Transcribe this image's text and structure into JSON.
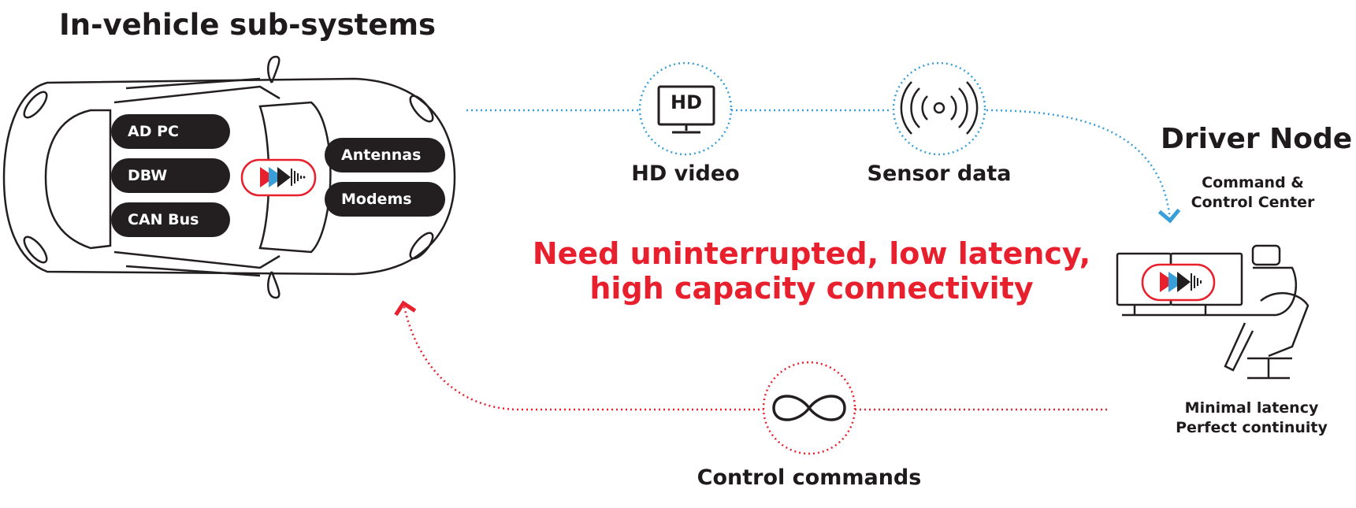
{
  "vehicle": {
    "title": "In-vehicle sub-systems",
    "left_modules": [
      "AD PC",
      "DBW",
      "CAN Bus"
    ],
    "right_modules": [
      "Antennas",
      "Modems"
    ]
  },
  "uplink": {
    "items": [
      {
        "label": "HD video",
        "icon_name": "hd-monitor-icon",
        "icon_text": "HD"
      },
      {
        "label": "Sensor data",
        "icon_name": "sensor-signal-icon"
      }
    ],
    "line_color": "#3a9fd8"
  },
  "headline": {
    "line1": "Need uninterrupted, low latency,",
    "line2": "high capacity connectivity",
    "color": "#e8202e"
  },
  "driver_node": {
    "title": "Driver Node",
    "subtitle_line1": "Command &",
    "subtitle_line2": "Control Center",
    "caption_line1": "Minimal latency",
    "caption_line2": "Perfect continuity"
  },
  "downlink": {
    "label": "Control commands",
    "icon_name": "infinity-icon",
    "line_color": "#e8202e"
  }
}
